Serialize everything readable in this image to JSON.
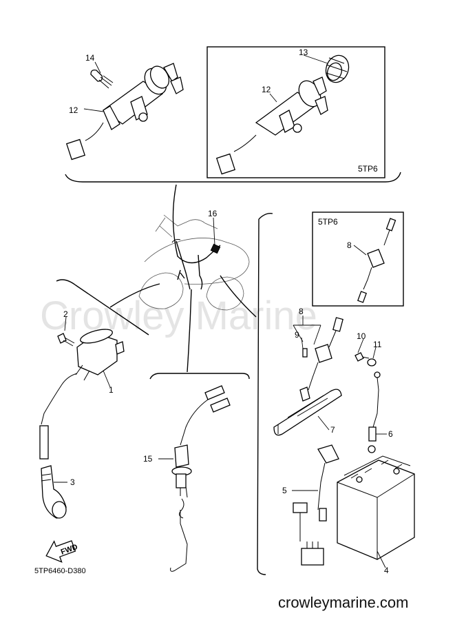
{
  "watermark": "Crowley Marine",
  "diagram_code": "5TP6460-D380",
  "footer_url": "crowleymarine.com",
  "fwd_label": "FWD",
  "inset_labels": {
    "main_switch_box": "5TP6",
    "fuse_box": "5TP6"
  },
  "callouts": {
    "c1": "1",
    "c2": "2",
    "c3": "3",
    "c4": "4",
    "c5": "5",
    "c6": "6",
    "c7": "7",
    "c8a": "8",
    "c8b": "8",
    "c9": "9",
    "c10": "10",
    "c11": "11",
    "c12a": "12",
    "c12b": "12",
    "c13": "13",
    "c14": "14",
    "c15": "15",
    "c16": "16"
  }
}
